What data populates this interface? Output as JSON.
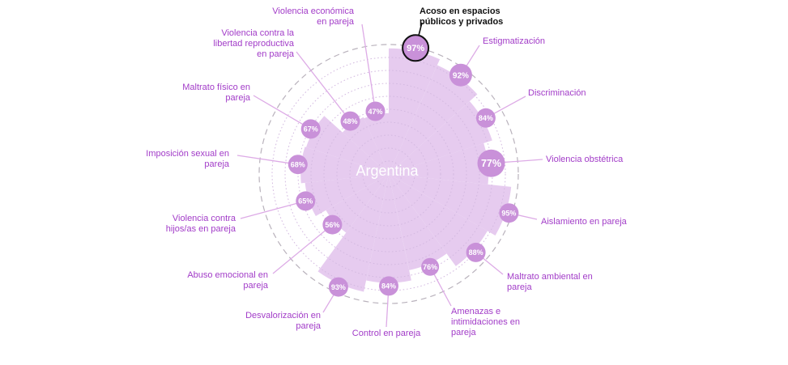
{
  "chart_data": {
    "type": "polar-bar",
    "center_label": "Argentina",
    "unit": "%",
    "rlim": [
      0,
      100
    ],
    "start_angle_deg": 0,
    "direction": "clockwise",
    "grid": {
      "dotted_rings_step_pct": 10,
      "outer_dashed_ring_pct": 100
    },
    "series": [
      {
        "label": "Acoso en espacios públicos y privados",
        "lines": [
          "Acoso en espacios",
          "públicos y privados"
        ],
        "value": 97,
        "highlighted": true
      },
      {
        "label": "Estigmatización",
        "lines": [
          "Estigmatización"
        ],
        "value": 92
      },
      {
        "label": "Discriminación",
        "lines": [
          "Discriminación"
        ],
        "value": 84
      },
      {
        "label": "Violencia obstétrica",
        "lines": [
          "Violencia obstétrica"
        ],
        "value": 77,
        "featured": true
      },
      {
        "label": "Aislamiento en pareja",
        "lines": [
          "Aislamiento en pareja"
        ],
        "value": 95
      },
      {
        "label": "Maltrato ambiental en pareja",
        "lines": [
          "Maltrato ambiental en",
          "pareja"
        ],
        "value": 88
      },
      {
        "label": "Amenazas e intimidaciones en pareja",
        "lines": [
          "Amenazas e",
          "intimidaciones en",
          "pareja"
        ],
        "value": 76
      },
      {
        "label": "Control en pareja",
        "lines": [
          "Control en pareja"
        ],
        "value": 84
      },
      {
        "label": "Desvalorización en pareja",
        "lines": [
          "Desvalorización en",
          "pareja"
        ],
        "value": 93
      },
      {
        "label": "Abuso emocional en pareja",
        "lines": [
          "Abuso emocional en",
          "pareja"
        ],
        "value": 56
      },
      {
        "label": "Violencia contra hijos/as en pareja",
        "lines": [
          "Violencia contra",
          "hijos/as en pareja"
        ],
        "value": 65
      },
      {
        "label": "Imposición sexual en pareja",
        "lines": [
          "Imposición sexual en",
          "pareja"
        ],
        "value": 68
      },
      {
        "label": "Maltrato físico en pareja",
        "lines": [
          "Maltrato físico en",
          "pareja"
        ],
        "value": 67
      },
      {
        "label": "Violencia contra la libertad reproductiva en pareja",
        "lines": [
          "Violencia contra la",
          "libertad reproductiva",
          "en pareja"
        ],
        "value": 48
      },
      {
        "label": "Violencia económica en pareja",
        "lines": [
          "Violencia económica",
          "en pareja"
        ],
        "value": 47
      }
    ]
  },
  "colors": {
    "background": "#ffffff",
    "wedge_fill": "#e6cbef",
    "bubble_fill": "#c991d9",
    "bubble_text": "#ffffff",
    "label_text": "#a23cc8",
    "highlight_text": "#111111",
    "highlight_ring": "#111111",
    "leader_line": "#ddabe6",
    "grid_dotted": "#d3b9e0",
    "grid_dashed": "#b9b2bc",
    "center_label_color": "#ffffff"
  }
}
